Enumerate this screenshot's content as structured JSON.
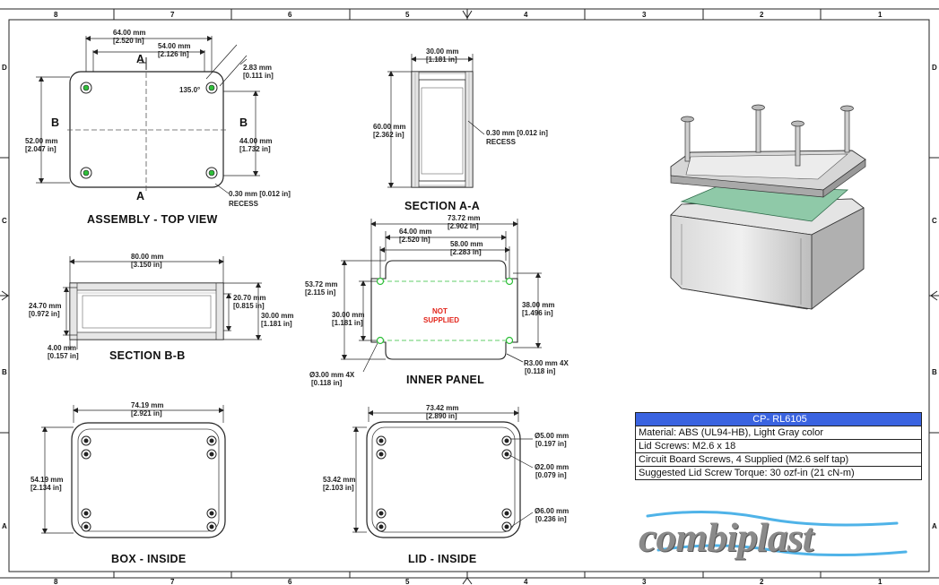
{
  "zones": {
    "columns": [
      "8",
      "7",
      "6",
      "5",
      "4",
      "3",
      "2",
      "1"
    ],
    "rows": [
      "D",
      "C",
      "B",
      "A"
    ]
  },
  "views": {
    "top": {
      "title": "ASSEMBLY - TOP VIEW",
      "w_outer": [
        "64.00 mm",
        "[2.520 in]"
      ],
      "w_holes": [
        "54.00 mm",
        "[2.126 in]"
      ],
      "chamfer": [
        "2.83 mm",
        "[0.111 in]"
      ],
      "angle": "135.0°",
      "h_outer": [
        "52.00 mm",
        "[2.047 in]"
      ],
      "h_holes": [
        "44.00 mm",
        "[1.732 in]"
      ],
      "recess": [
        "0.30 mm [0.012 in]",
        "RECESS"
      ],
      "sec_a": "A",
      "sec_b": "B"
    },
    "section_aa": {
      "title": "SECTION  A-A",
      "width": [
        "30.00 mm",
        "[1.181 in]"
      ],
      "height": [
        "60.00 mm",
        "[2.362 in]"
      ],
      "recess": [
        "0.30 mm [0.012 in]",
        "RECESS"
      ]
    },
    "section_bb": {
      "title": "SECTION  B-B",
      "width": [
        "80.00 mm",
        "[3.150 in]"
      ],
      "left_h": [
        "24.70 mm",
        "[0.972 in]"
      ],
      "inner_h": [
        "20.70 mm",
        "[0.815 in]"
      ],
      "outer_h": [
        "30.00 mm",
        "[1.181 in]"
      ],
      "wall": [
        "4.00 mm",
        "[0.157 in]"
      ]
    },
    "panel": {
      "title": "INNER PANEL",
      "w_outer": [
        "73.72 mm",
        "[2.902 in]"
      ],
      "w_mid": [
        "64.00 mm",
        "[2.520 in]"
      ],
      "w_holes": [
        "58.00 mm",
        "[2.283 in]"
      ],
      "h_outer": [
        "53.72 mm",
        "[2.115 in]"
      ],
      "h_holes": [
        "30.00 mm",
        "[1.181 in]"
      ],
      "h_right": [
        "38.00 mm",
        "[1.496 in]"
      ],
      "note": [
        "NOT",
        "SUPPLIED"
      ],
      "hole": [
        "Ø3.00 mm 4X",
        "[0.118 in]"
      ],
      "radius": [
        "R3.00 mm 4X",
        "[0.118 in]"
      ]
    },
    "box": {
      "title": "BOX - INSIDE",
      "width": [
        "74.19 mm",
        "[2.921 in]"
      ],
      "height": [
        "54.19 mm",
        "[2.134 in]"
      ]
    },
    "lid": {
      "title": "LID - INSIDE",
      "width": [
        "73.42 mm",
        "[2.890 in]"
      ],
      "height": [
        "53.42 mm",
        "[2.103 in]"
      ],
      "d1": [
        "Ø5.00 mm",
        "[0.197 in]"
      ],
      "d2": [
        "Ø2.00 mm",
        "[0.079 in]"
      ],
      "d3": [
        "Ø6.00 mm",
        "[0.236 in]"
      ]
    }
  },
  "info": {
    "header": "CP-  RL6105",
    "rows": [
      "Material: ABS (UL94-HB),  Light Gray color",
      "Lid Screws: M2.6 x 18",
      "Circuit Board Screws, 4 Supplied (M2.6 self tap)",
      "Suggested Lid Screw Torque: 30 ozf-in (21 cN-m)"
    ]
  },
  "logo": "combiplast",
  "colors": {
    "header_blue": "#3a63e0",
    "hole_green": "#2fbf3a",
    "note_red": "#e2241a",
    "pcb_green": "#8fc9a8",
    "wave_blue": "#4fb3e8"
  }
}
